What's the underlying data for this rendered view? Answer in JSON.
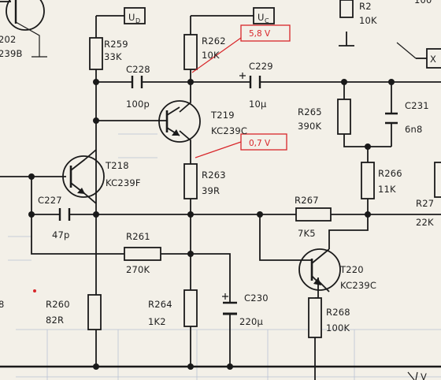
{
  "labels": {
    "r259": "R259",
    "r259_val": "33K",
    "r262": "R262",
    "r262_val": "10K",
    "r2": "R2",
    "r2_val": "10K",
    "c228": "C228",
    "c228_val": "100p",
    "c229": "C229",
    "c229_val": "10µ",
    "t219": "T219",
    "t219_type": "KC239C",
    "r265": "R265",
    "r265_val": "390K",
    "c231": "C231",
    "c231_val": "6n8",
    "t218": "T218",
    "t218_type": "KC239F",
    "r263": "R263",
    "r263_val": "39R",
    "r266": "R266",
    "r266_val": "11K",
    "r27x": "R27",
    "r27x_val": "22K",
    "c227": "C227",
    "c227_val": "47p",
    "r267": "R267",
    "r267_val": "7K5",
    "r261": "R261",
    "r261_val": "270K",
    "t220": "T220",
    "t220_type": "KC239C",
    "r260": "R260",
    "r260_val": "82R",
    "r264": "R264",
    "r264_val": "1K2",
    "c230": "C230",
    "c230_val": "220µ",
    "r268": "R268",
    "r268_val": "100K",
    "t202_frag": "202",
    "t202_type_frag": "239B",
    "left_frag": "8",
    "top_right_frag": "100",
    "ud_main": "U",
    "ud_sub": "D",
    "uc_main": "U",
    "uc_sub": "C",
    "x_frag": "X",
    "bottom_frag": "V"
  },
  "annotations": {
    "uc_voltage": "5,8 V",
    "emitter_voltage": "0,7 V",
    "color": "#d8262a"
  },
  "colors": {
    "ink": "#1a1a1a",
    "paper": "#f3f0e8",
    "annotation": "#d8262a"
  }
}
